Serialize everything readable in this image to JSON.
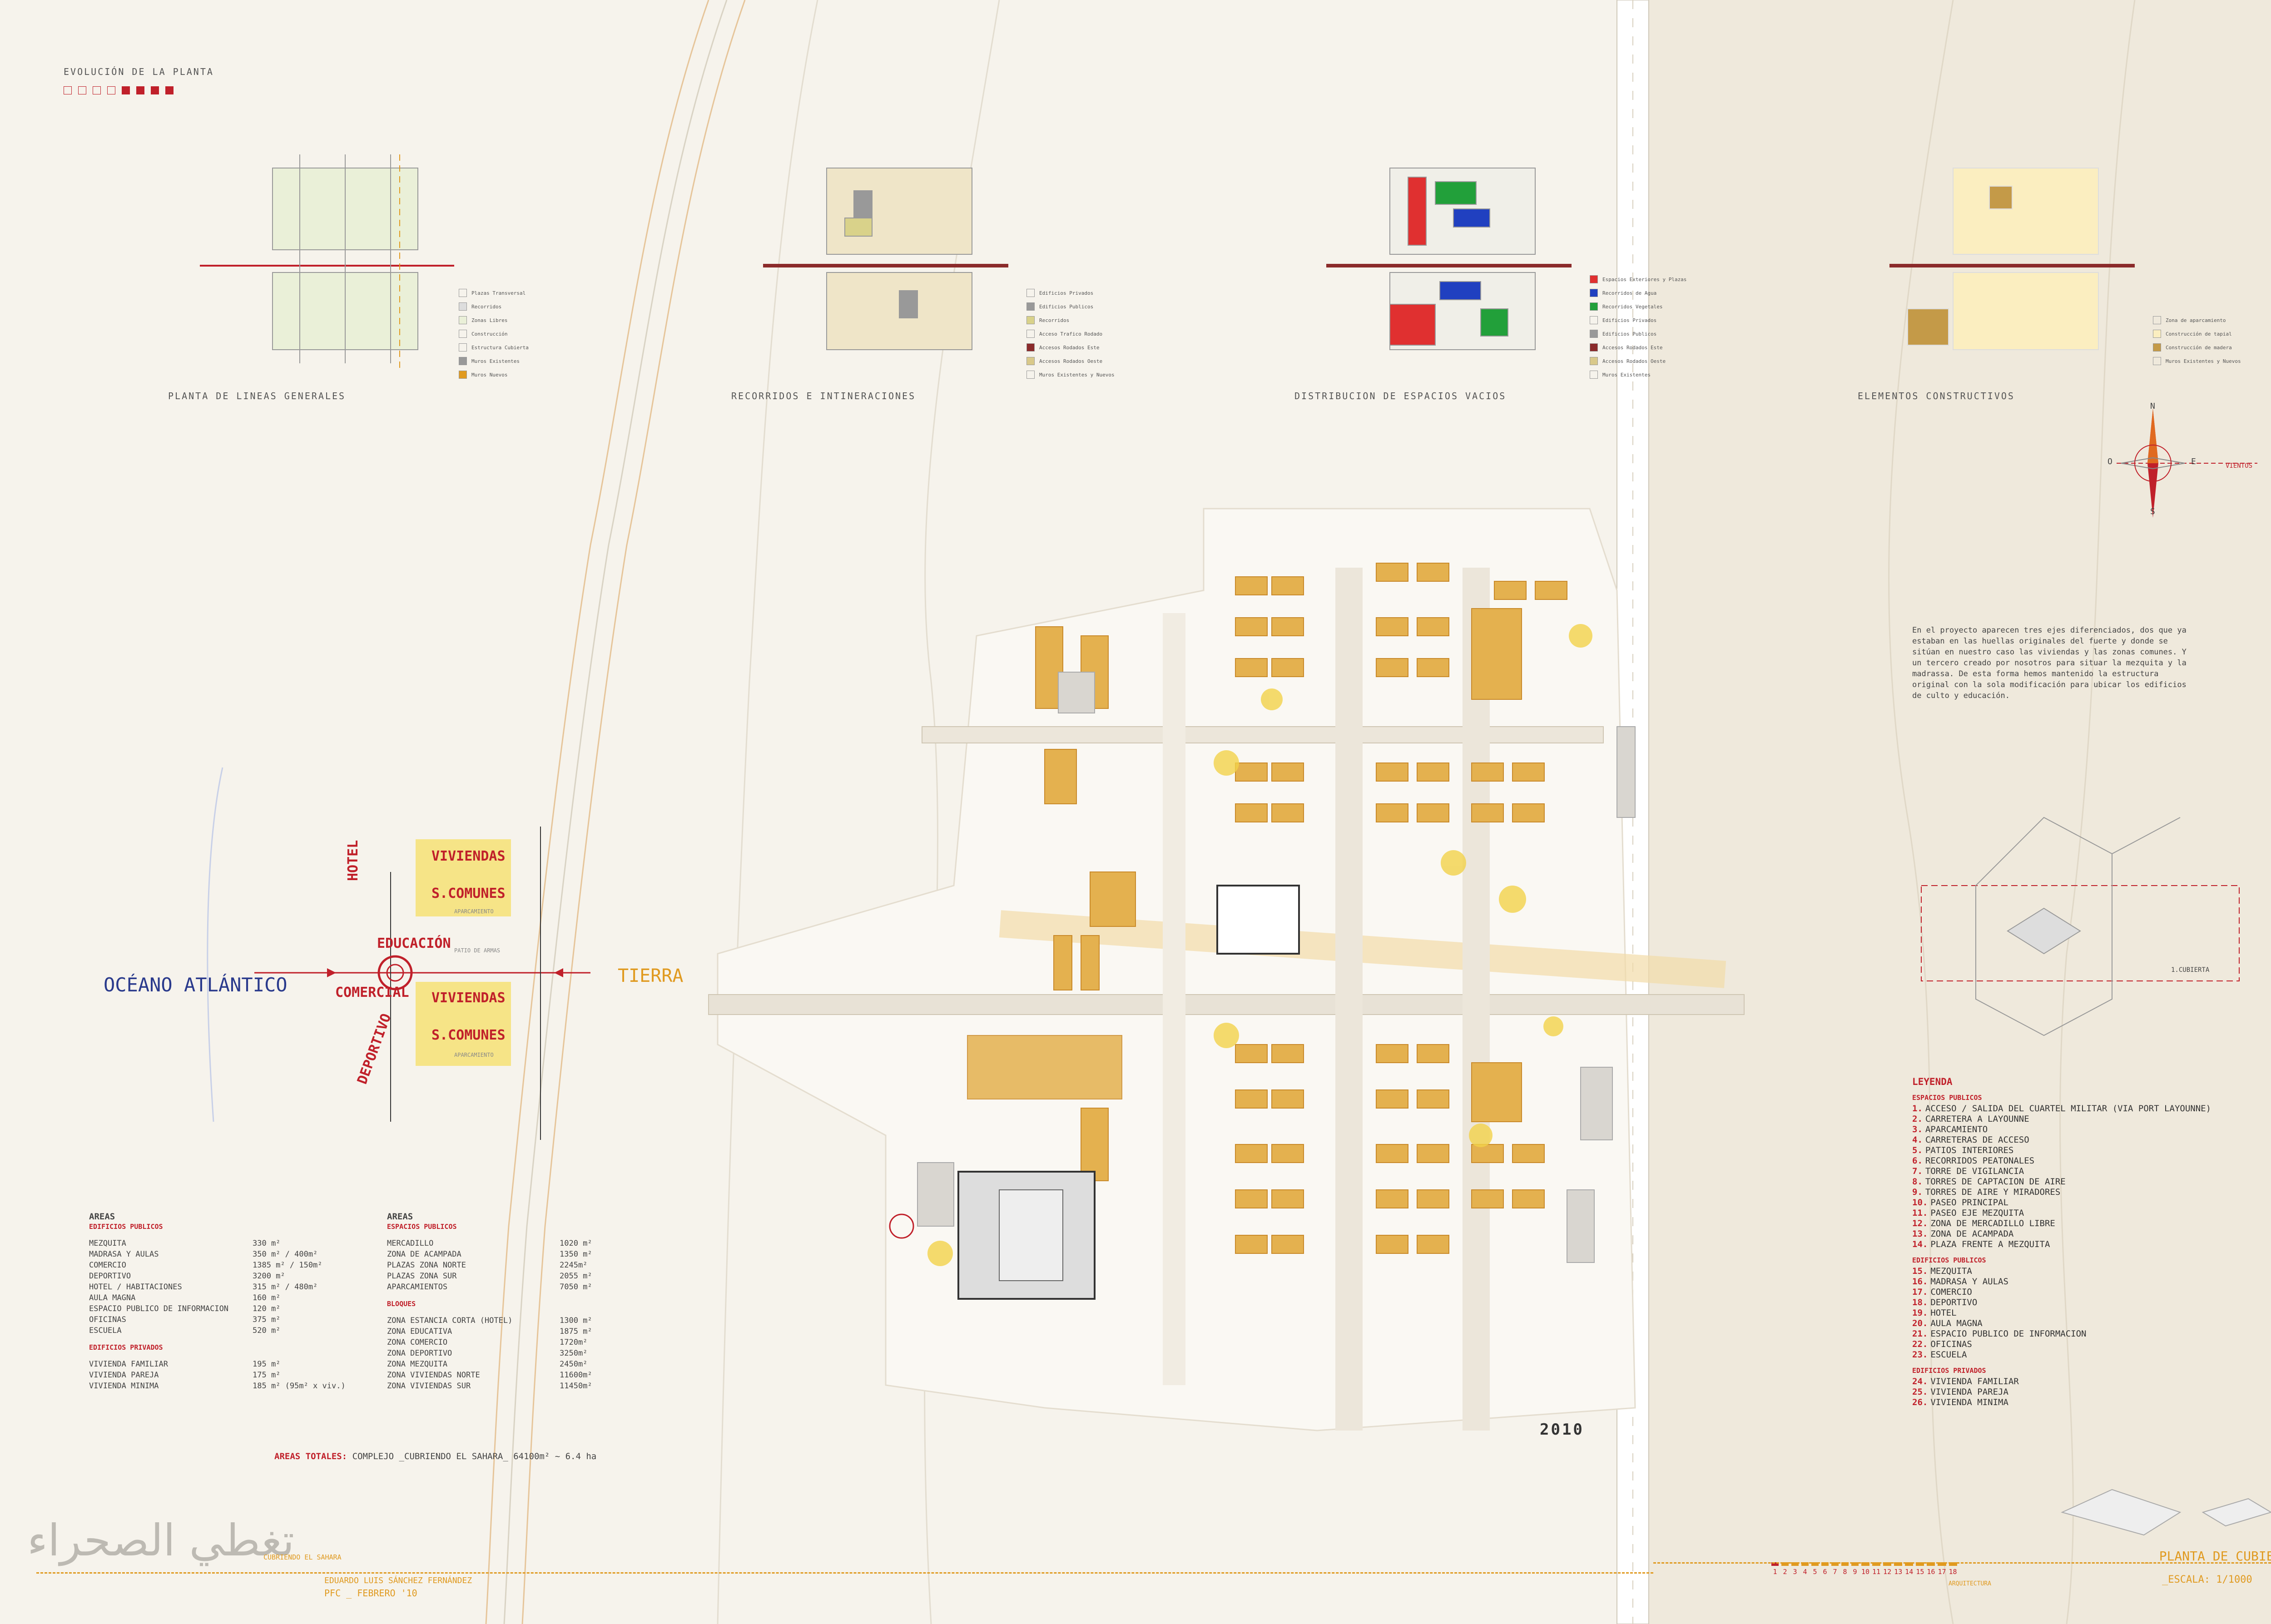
{
  "colors": {
    "accent_red": "#c0202a",
    "accent_orange": "#e09a20",
    "sand": "#efe9dc",
    "yellow_zone": "#f6e27c",
    "building": "#e4b14f"
  },
  "evolucion": {
    "title": "EVOLUCIÓN DE LA PLANTA"
  },
  "diagrams": [
    {
      "caption": "PLANTA DE LINEAS GENERALES",
      "legend": [
        "Plazas Transversal",
        "Recorridos",
        "Zonas Libres",
        "Construcción",
        "Estructura Cubierta",
        "Muros Existentes",
        "Muros Nuevos"
      ]
    },
    {
      "caption": "RECORRIDOS E INTINERACIONES",
      "legend": [
        "Edificios Privados",
        "Edificios Publicos",
        "Recorridos",
        "Acceso Trafico Rodado",
        "Accesos Rodados Este",
        "Accesos Rodados Oeste",
        "Muros Existentes y Nuevos"
      ]
    },
    {
      "caption": "DISTRIBUCION DE ESPACIOS VACIOS",
      "legend": [
        "Espacios Exteriores y Plazas",
        "Recorridos de Agua",
        "Recorridos Vegetales",
        "Edificios Privados",
        "Edificios Publicos",
        "Accesos Rodados Este",
        "Accesos Rodados Oeste",
        "Muros Existentes"
      ]
    },
    {
      "caption": "ELEMENTOS CONSTRUCTIVOS",
      "legend": [
        "Zona de aparcamiento",
        "Construcción de tapial",
        "Construcción de madera",
        "Muros Existentes y Nuevos"
      ]
    }
  ],
  "compass": {
    "n": "N",
    "s": "S",
    "e": "E",
    "o": "O",
    "vientos": "VIENTOS"
  },
  "zoning": {
    "ocean": "OCÉANO ATLÁNTICO",
    "land": "TIERRA",
    "labels": [
      "VIVIENDAS",
      "S.COMUNES",
      "HOTEL",
      "EDUCACIÓN",
      "COMERCIAL",
      "DEPORTIVO",
      "VIVIENDAS",
      "S.COMUNES"
    ],
    "small": [
      "APARCAMIENTO",
      "PATIO DE ARMAS",
      "APARCAMIENTO"
    ]
  },
  "description": "En el proyecto aparecen tres ejes diferenciados, dos que ya estaban en las huellas originales del fuerte y donde se sitúan en nuestro caso las viviendas y las zonas comunes. Y un tercero creado por nosotros para situar la mezquita y la madrassa. De esta forma hemos mantenido la estructura original con la sola modificación para ubicar los edificios de culto y educación.",
  "axon_label": "1.CUBIERTA",
  "year": "2010",
  "areas": {
    "title": "AREAS",
    "public_title": "EDIFICIOS PUBLICOS",
    "public": [
      [
        "MEZQUITA",
        "330 m²"
      ],
      [
        "MADRASA Y AULAS",
        "350 m² / 400m²"
      ],
      [
        "COMERCIO",
        "1385 m² / 150m²"
      ],
      [
        "DEPORTIVO",
        "3200 m²"
      ],
      [
        "HOTEL / HABITACIONES",
        "315 m² / 480m²"
      ],
      [
        "AULA MAGNA",
        "160 m²"
      ],
      [
        "ESPACIO PUBLICO DE INFORMACION",
        "120 m²"
      ],
      [
        "OFICINAS",
        "375 m²"
      ],
      [
        "ESCUELA",
        "520 m²"
      ]
    ],
    "private_title": "EDIFICIOS PRIVADOS",
    "private": [
      [
        "VIVIENDA FAMILIAR",
        "195 m²"
      ],
      [
        "VIVIENDA PAREJA",
        "175 m²"
      ],
      [
        "VIVIENDA MINIMA",
        "185 m² (95m² x viv.)"
      ]
    ],
    "spaces_title": "AREAS",
    "spaces_sub": "ESPACIOS PUBLICOS",
    "spaces": [
      [
        "MERCADILLO",
        "1020 m²"
      ],
      [
        "ZONA DE ACAMPADA",
        "1350 m²"
      ],
      [
        "PLAZAS ZONA NORTE",
        "2245m²"
      ],
      [
        "PLAZAS ZONA SUR",
        "2055 m²"
      ],
      [
        "APARCAMIENTOS",
        "7050 m²"
      ]
    ],
    "blocks_title": "BLOQUES",
    "blocks": [
      [
        "ZONA ESTANCIA CORTA (HOTEL)",
        "1300 m²"
      ],
      [
        "ZONA EDUCATIVA",
        "1875 m²"
      ],
      [
        "ZONA COMERCIO",
        "1720m²"
      ],
      [
        "ZONA DEPORTIVO",
        "3250m²"
      ],
      [
        "ZONA MEZQUITA",
        "2450m²"
      ],
      [
        "ZONA VIVIENDAS NORTE",
        "11600m²"
      ],
      [
        "ZONA VIVIENDAS SUR",
        "11450m²"
      ]
    ],
    "totals_label": "AREAS TOTALES:",
    "totals_value": "COMPLEJO _CUBRIENDO EL SAHARA_      64100m²  ~  6.4 ha"
  },
  "leyenda": {
    "title": "LEYENDA",
    "g1": "ESPACIOS PUBLICOS",
    "items1": [
      [
        "1.",
        "ACCESO / SALIDA DEL CUARTEL MILITAR (VIA PORT LAYOUNNE)"
      ],
      [
        "2.",
        "CARRETERA A LAYOUNNE"
      ],
      [
        "3.",
        "APARCAMIENTO"
      ],
      [
        "4.",
        "CARRETERAS DE ACCESO"
      ],
      [
        "5.",
        "PATIOS INTERIORES"
      ],
      [
        "6.",
        "RECORRIDOS PEATONALES"
      ],
      [
        "7.",
        "TORRE DE VIGILANCIA"
      ],
      [
        "8.",
        "TORRES DE CAPTACION DE AIRE"
      ],
      [
        "9.",
        "TORRES DE AIRE Y MIRADORES"
      ],
      [
        "10.",
        "PASEO PRINCIPAL"
      ],
      [
        "11.",
        "PASEO EJE MEZQUITA"
      ],
      [
        "12.",
        "ZONA DE MERCADILLO LIBRE"
      ],
      [
        "13.",
        "ZONA DE ACAMPADA"
      ],
      [
        "14.",
        "PLAZA FRENTE A MEZQUITA"
      ]
    ],
    "g2": "EDIFICIOS PUBLICOS",
    "items2": [
      [
        "15.",
        "MEZQUITA"
      ],
      [
        "16.",
        "MADRASA Y AULAS"
      ],
      [
        "17.",
        "COMERCIO"
      ],
      [
        "18.",
        "DEPORTIVO"
      ],
      [
        "19.",
        "HOTEL"
      ],
      [
        "20.",
        "AULA MAGNA"
      ],
      [
        "21.",
        "ESPACIO PUBLICO DE INFORMACION"
      ],
      [
        "22.",
        "OFICINAS"
      ],
      [
        "23.",
        "ESCUELA"
      ]
    ],
    "g3": "EDIFICIOS PRIVADOS",
    "items3": [
      [
        "24.",
        "VIVIENDA FAMILIAR"
      ],
      [
        "25.",
        "VIVIENDA PAREJA"
      ],
      [
        "26.",
        "VIVIENDA MINIMA"
      ]
    ]
  },
  "footer": {
    "arabic": "تغطي الصحراء",
    "subtitle": "CUBRIENDO EL SAHARA",
    "author": "EDUARDO LUIS SÁNCHEZ FERNÁNDEZ",
    "pfc": "PFC _ FEBRERO '10",
    "sheet_title": "_ PLANTA DE CUBIERTA",
    "scale": "_ESCALA: 1/1000",
    "arq": "ARQUITECTURA",
    "sheet_numbers": [
      "1",
      "2",
      "3",
      "4",
      "5",
      "6",
      "7",
      "8",
      "9",
      "10",
      "11",
      "12",
      "13",
      "14",
      "15",
      "16",
      "17",
      "18"
    ]
  }
}
